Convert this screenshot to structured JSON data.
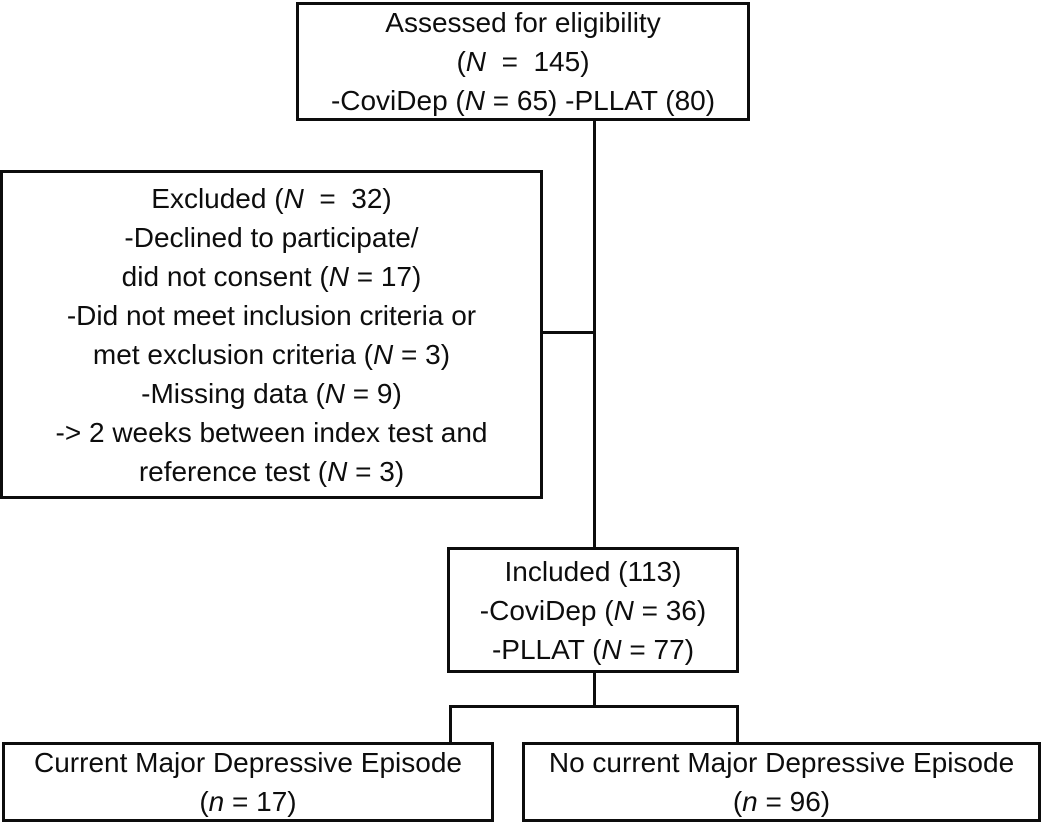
{
  "diagram": {
    "type": "study-flow-diagram",
    "colors": {
      "background": "#ffffff",
      "line": "#0d0d0d",
      "text": "#0d0d0d"
    },
    "counts": {
      "assessed_total": 145,
      "assessed_covidep": 65,
      "assessed_pllat": 80,
      "excluded_total": 32,
      "excluded_declined": 17,
      "excluded_criteria": 3,
      "excluded_missing_data": 9,
      "excluded_test_interval": 3,
      "included_total": 113,
      "included_covidep": 36,
      "included_pllat": 77,
      "current_mde": 17,
      "no_current_mde": 96
    },
    "boxes": {
      "assessed": {
        "lines": [
          [
            {
              "t": "Assessed for eligibility"
            }
          ],
          [
            {
              "t": "("
            },
            {
              "t": "N",
              "i": true
            },
            {
              "t": "  =  145)"
            }
          ],
          [
            {
              "t": "-CoviDep ("
            },
            {
              "t": "N",
              "i": true
            },
            {
              "t": " = 65) -PLLAT (80)"
            }
          ]
        ]
      },
      "excluded": {
        "lines": [
          [
            {
              "t": "Excluded ("
            },
            {
              "t": "N",
              "i": true
            },
            {
              "t": "  =  32)"
            }
          ],
          [
            {
              "t": "-Declined to participate/"
            }
          ],
          [
            {
              "t": "did not consent ("
            },
            {
              "t": "N",
              "i": true
            },
            {
              "t": " = 17)"
            }
          ],
          [
            {
              "t": "-Did not meet inclusion criteria or"
            }
          ],
          [
            {
              "t": "met exclusion criteria ("
            },
            {
              "t": "N",
              "i": true
            },
            {
              "t": " = 3)"
            }
          ],
          [
            {
              "t": "-Missing data ("
            },
            {
              "t": "N",
              "i": true
            },
            {
              "t": " = 9)"
            }
          ],
          [
            {
              "t": "-> 2 weeks between index test and"
            }
          ],
          [
            {
              "t": "reference test ("
            },
            {
              "t": "N",
              "i": true
            },
            {
              "t": " = 3)"
            }
          ]
        ]
      },
      "included": {
        "lines": [
          [
            {
              "t": "Included (113)"
            }
          ],
          [
            {
              "t": "-CoviDep ("
            },
            {
              "t": "N",
              "i": true
            },
            {
              "t": " = 36)"
            }
          ],
          [
            {
              "t": "-PLLAT ("
            },
            {
              "t": "N",
              "i": true
            },
            {
              "t": " = 77)"
            }
          ]
        ]
      },
      "current_mde": {
        "lines": [
          [
            {
              "t": "Current Major Depressive Episode"
            }
          ],
          [
            {
              "t": "("
            },
            {
              "t": "n",
              "i": true
            },
            {
              "t": " = 17)"
            }
          ]
        ]
      },
      "no_current_mde": {
        "lines": [
          [
            {
              "t": "No current Major Depressive Episode"
            }
          ],
          [
            {
              "t": "("
            },
            {
              "t": "n",
              "i": true
            },
            {
              "t": " = 96)"
            }
          ]
        ]
      }
    }
  }
}
